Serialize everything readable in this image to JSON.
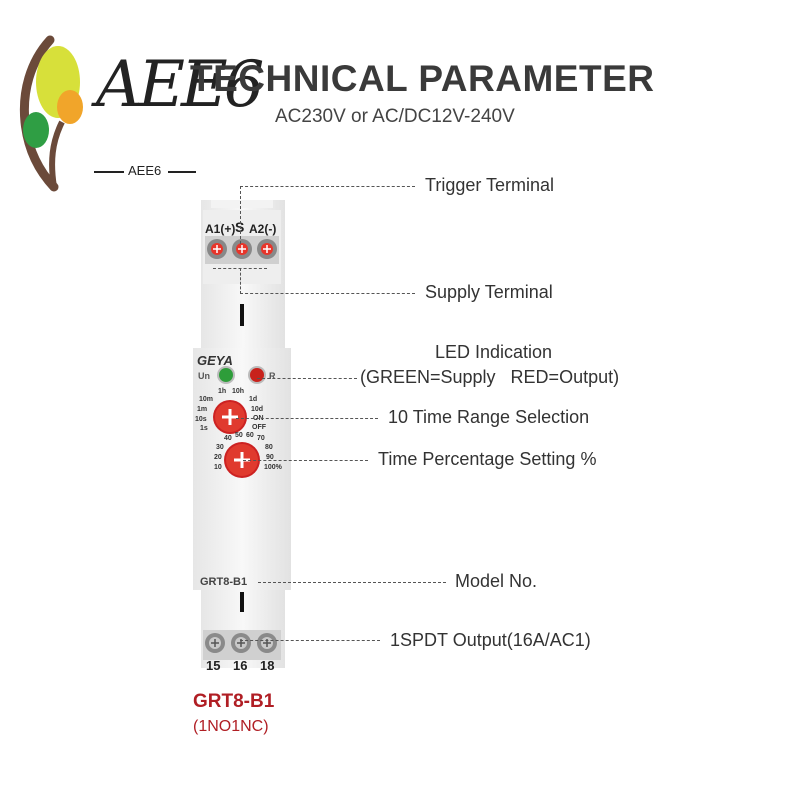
{
  "header": {
    "title": "TECHNICAL PARAMETER",
    "subtitle": "AC230V or AC/DC12V-240V"
  },
  "logo": {
    "mark": "AEE6",
    "caption": "AEE6",
    "colors": [
      "#d7e03a",
      "#f1a52a",
      "#2f9e44",
      "#6b4a3a"
    ]
  },
  "device": {
    "brand": "GEYA",
    "top_terminals": [
      "A1(+)",
      "S",
      "A2(-)"
    ],
    "led_labels": [
      "Un",
      "R"
    ],
    "range_dial": [
      "1h",
      "10h",
      "10m",
      "1d",
      "1m",
      "10d",
      "10s",
      "ON",
      "1s",
      "OFF"
    ],
    "percent_dial": [
      "40",
      "50",
      "60",
      "70",
      "30",
      "80",
      "20",
      "90",
      "10",
      "100%"
    ],
    "model_plate": "GRT8-B1",
    "bottom_terminals": [
      "15",
      "16",
      "18"
    ],
    "colors": {
      "body": "#f2f2f2",
      "screw_red": "#e8352a",
      "led_green": "#2e9d3a",
      "led_red": "#c8221c",
      "dial_red": "#e03a2e"
    }
  },
  "callouts": {
    "trigger": "Trigger Terminal",
    "supply": "Supply Terminal",
    "led_title": "LED Indication",
    "led_detail": "(GREEN=Supply   RED=Output)",
    "time_range": "10 Time Range Selection",
    "time_percent": "Time Percentage Setting %",
    "model_no": "Model No.",
    "output": "1SPDT Output(16A/AC1)"
  },
  "model": {
    "name": "GRT8-B1",
    "contacts": "(1NO1NC)"
  }
}
